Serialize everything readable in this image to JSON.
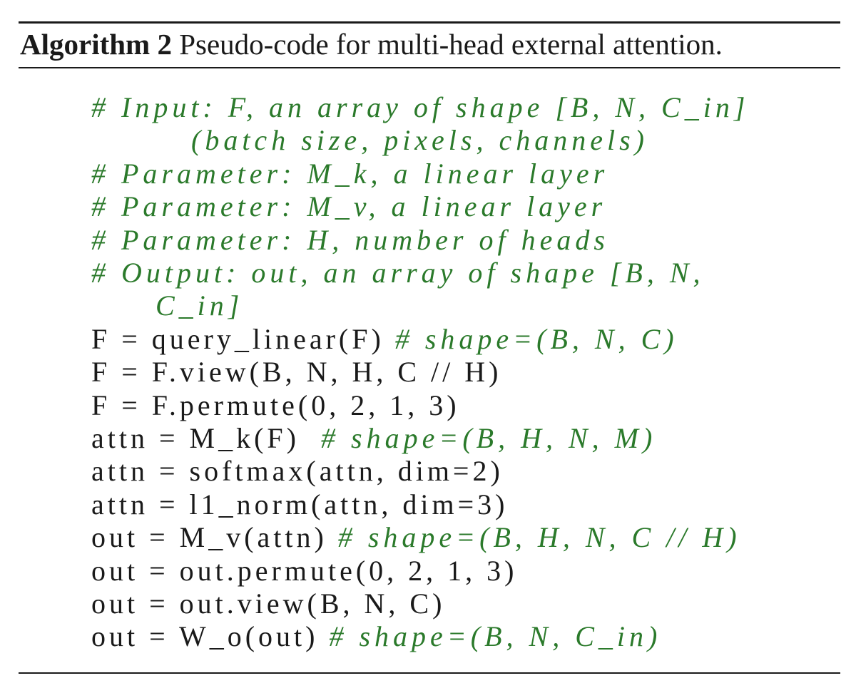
{
  "caption": {
    "label": "Algorithm 2",
    "text": "Pseudo-code for multi-head external attention."
  },
  "colors": {
    "comment": "#2b7a2b",
    "code": "#1a1a1a",
    "rule": "#1a1a1a"
  },
  "lines": [
    [
      {
        "t": "# Input: F, an array of shape [B, N, C_in]",
        "k": "comment"
      }
    ],
    [
      {
        "t": "(batch size, pixels, channels)",
        "k": "comment"
      }
    ],
    [
      {
        "t": "# Parameter: M_k, a linear layer",
        "k": "comment"
      }
    ],
    [
      {
        "t": "# Parameter: M_v, a linear layer",
        "k": "comment"
      }
    ],
    [
      {
        "t": "# Parameter: H, number of heads",
        "k": "comment"
      }
    ],
    [
      {
        "t": "# Output: out, an array of shape [B, N,",
        "k": "comment"
      }
    ],
    [
      {
        "t": "C_in]",
        "k": "comment"
      }
    ],
    [
      {
        "t": "F = query_linear(F) ",
        "k": "plain"
      },
      {
        "t": "# shape=(B, N, C)",
        "k": "comment"
      }
    ],
    [
      {
        "t": "F = F.view(B, N, H, C // H)",
        "k": "plain"
      }
    ],
    [
      {
        "t": "F = F.permute(0, 2, 1, 3)",
        "k": "plain"
      }
    ],
    [
      {
        "t": "attn = M_k(F)  ",
        "k": "plain"
      },
      {
        "t": "# shape=(B, H, N, M)",
        "k": "comment"
      }
    ],
    [
      {
        "t": "attn = softmax(attn, dim=2)",
        "k": "plain"
      }
    ],
    [
      {
        "t": "attn = l1_norm(attn, dim=3)",
        "k": "plain"
      }
    ],
    [
      {
        "t": "out = M_v(attn) ",
        "k": "plain"
      },
      {
        "t": "# shape=(B, H, N, C // H)",
        "k": "comment"
      }
    ],
    [
      {
        "t": "out = out.permute(0, 2, 1, 3)",
        "k": "plain"
      }
    ],
    [
      {
        "t": "out = out.view(B, N, C)",
        "k": "plain"
      }
    ],
    [
      {
        "t": "out = W_o(out) ",
        "k": "plain"
      },
      {
        "t": "# shape=(B, N, C_in)",
        "k": "comment"
      }
    ]
  ]
}
